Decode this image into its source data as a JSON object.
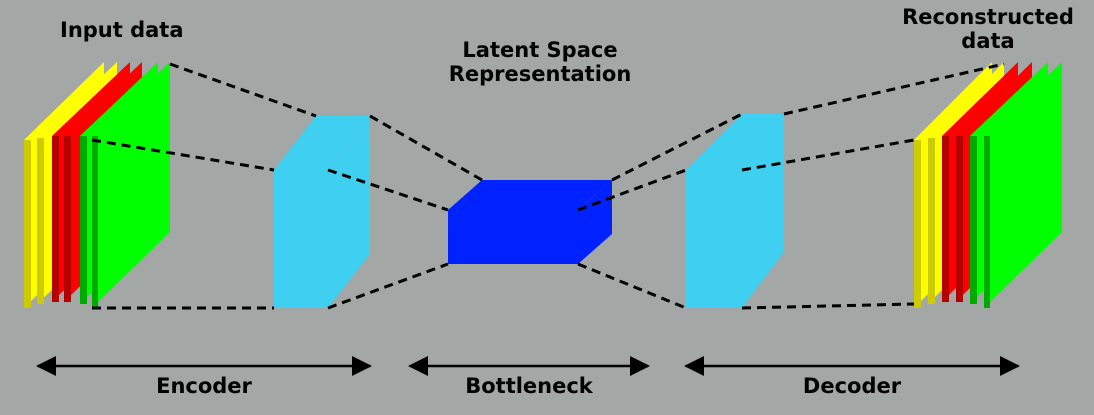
{
  "labels": {
    "input_data": "Input data",
    "latent_line1": "Latent Space",
    "latent_line2": "Representation",
    "reconstructed_line1": "Reconstructed",
    "reconstructed_line2": "data",
    "encoder": "Encoder",
    "bottleneck": "Bottleneck",
    "decoder": "Decoder"
  },
  "colors": {
    "background": "#a3a7a6",
    "yellow": "#ffff00",
    "red": "#ff0000",
    "green": "#00ff00",
    "light_blue": "#3fcff0",
    "blue": "#0022ff"
  }
}
